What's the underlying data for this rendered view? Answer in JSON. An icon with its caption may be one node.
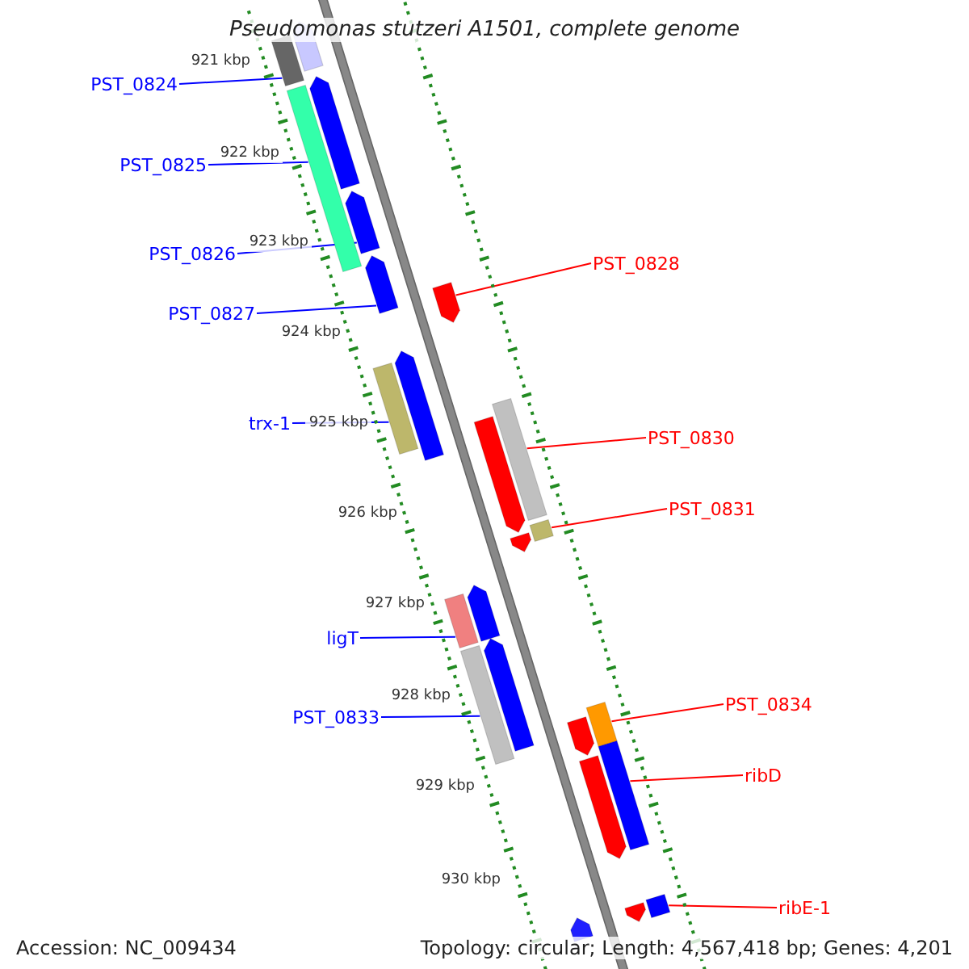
{
  "diagram": {
    "title": "Pseudomonas stutzeri A1501, complete genome",
    "nodes": [
      {
        "text": [
          "PST_0824"
        ]
      },
      {
        "text": [
          "PST_0825"
        ]
      },
      {
        "text": [
          "PST_0826"
        ]
      },
      {
        "text": [
          "PST_0827"
        ]
      },
      {
        "text": [
          "trx-1"
        ]
      },
      {
        "text": [
          "ligT"
        ]
      },
      {
        "text": [
          "PST_0833"
        ]
      },
      {
        "text": [
          "PST_0828"
        ]
      },
      {
        "text": [
          "PST_0830"
        ]
      },
      {
        "text": [
          "PST_0831"
        ]
      },
      {
        "text": [
          "PST_0834"
        ]
      },
      {
        "text": [
          "ribD"
        ]
      },
      {
        "text": [
          "ribE-1"
        ]
      },
      {
        "text": [],
        "shape": "arrow"
      },
      {
        "text": [],
        "shape": "box"
      },
      {
        "text": [],
        "shape": "arrow"
      },
      {
        "text": [],
        "shape": "box"
      },
      {
        "text": [],
        "shape": "arrow"
      },
      {
        "text": [],
        "shape": "arrow"
      },
      {
        "text": [],
        "shape": "arrow"
      },
      {
        "text": [],
        "shape": "arrow"
      },
      {
        "text": [],
        "shape": "box"
      },
      {
        "text": [],
        "shape": "box"
      },
      {
        "text": [],
        "shape": "arrow"
      },
      {
        "text": [],
        "shape": "box"
      },
      {
        "text": [],
        "shape": "arrow"
      },
      {
        "text": [],
        "shape": "arrow"
      },
      {
        "text": [],
        "shape": "box"
      },
      {
        "text": [],
        "shape": "arrow"
      },
      {
        "text": [],
        "shape": "box"
      },
      {
        "text": [],
        "shape": "box"
      },
      {
        "text": [],
        "shape": "arrow"
      },
      {
        "text": [],
        "shape": "box"
      },
      {
        "text": [],
        "shape": "arrow"
      },
      {
        "text": [],
        "shape": "arrow"
      },
      {
        "text": [],
        "shape": "box"
      },
      {
        "text": [],
        "shape": "arrow"
      }
    ],
    "edges": [
      {
        "from": 0,
        "to": 14,
        "arrow": "none",
        "color": "#0000ff"
      },
      {
        "from": 1,
        "to": 16,
        "arrow": "none",
        "color": "#0000ff"
      },
      {
        "from": 2,
        "to": 17,
        "arrow": "none",
        "color": "#0000ff"
      },
      {
        "from": 3,
        "to": 18,
        "arrow": "none",
        "color": "#0000ff"
      },
      {
        "from": 4,
        "to": 21,
        "arrow": "none",
        "color": "#0000ff"
      },
      {
        "from": 5,
        "to": 27,
        "arrow": "none",
        "color": "#0000ff"
      },
      {
        "from": 6,
        "to": 29,
        "arrow": "none",
        "color": "#0000ff"
      },
      {
        "from": 7,
        "to": 19,
        "arrow": "none",
        "color": "#ff0000"
      },
      {
        "from": 8,
        "to": 22,
        "arrow": "none",
        "color": "#ff0000"
      },
      {
        "from": 9,
        "to": 24,
        "arrow": "none",
        "color": "#ff0000"
      },
      {
        "from": 10,
        "to": 30,
        "arrow": "none",
        "color": "#ff0000"
      },
      {
        "from": 11,
        "to": 32,
        "arrow": "none",
        "color": "#ff0000"
      },
      {
        "from": 12,
        "to": 35,
        "arrow": "none",
        "color": "#ff0000"
      }
    ],
    "labels": [
      "921 kbp",
      "922 kbp",
      "923 kbp",
      "924 kbp",
      "925 kbp",
      "926 kbp",
      "927 kbp",
      "928 kbp",
      "929 kbp",
      "930 kbp",
      "Accession: NC_009434",
      "Topology: circular; Length: 4,567,418 bp; Genes: 4,201"
    ]
  }
}
